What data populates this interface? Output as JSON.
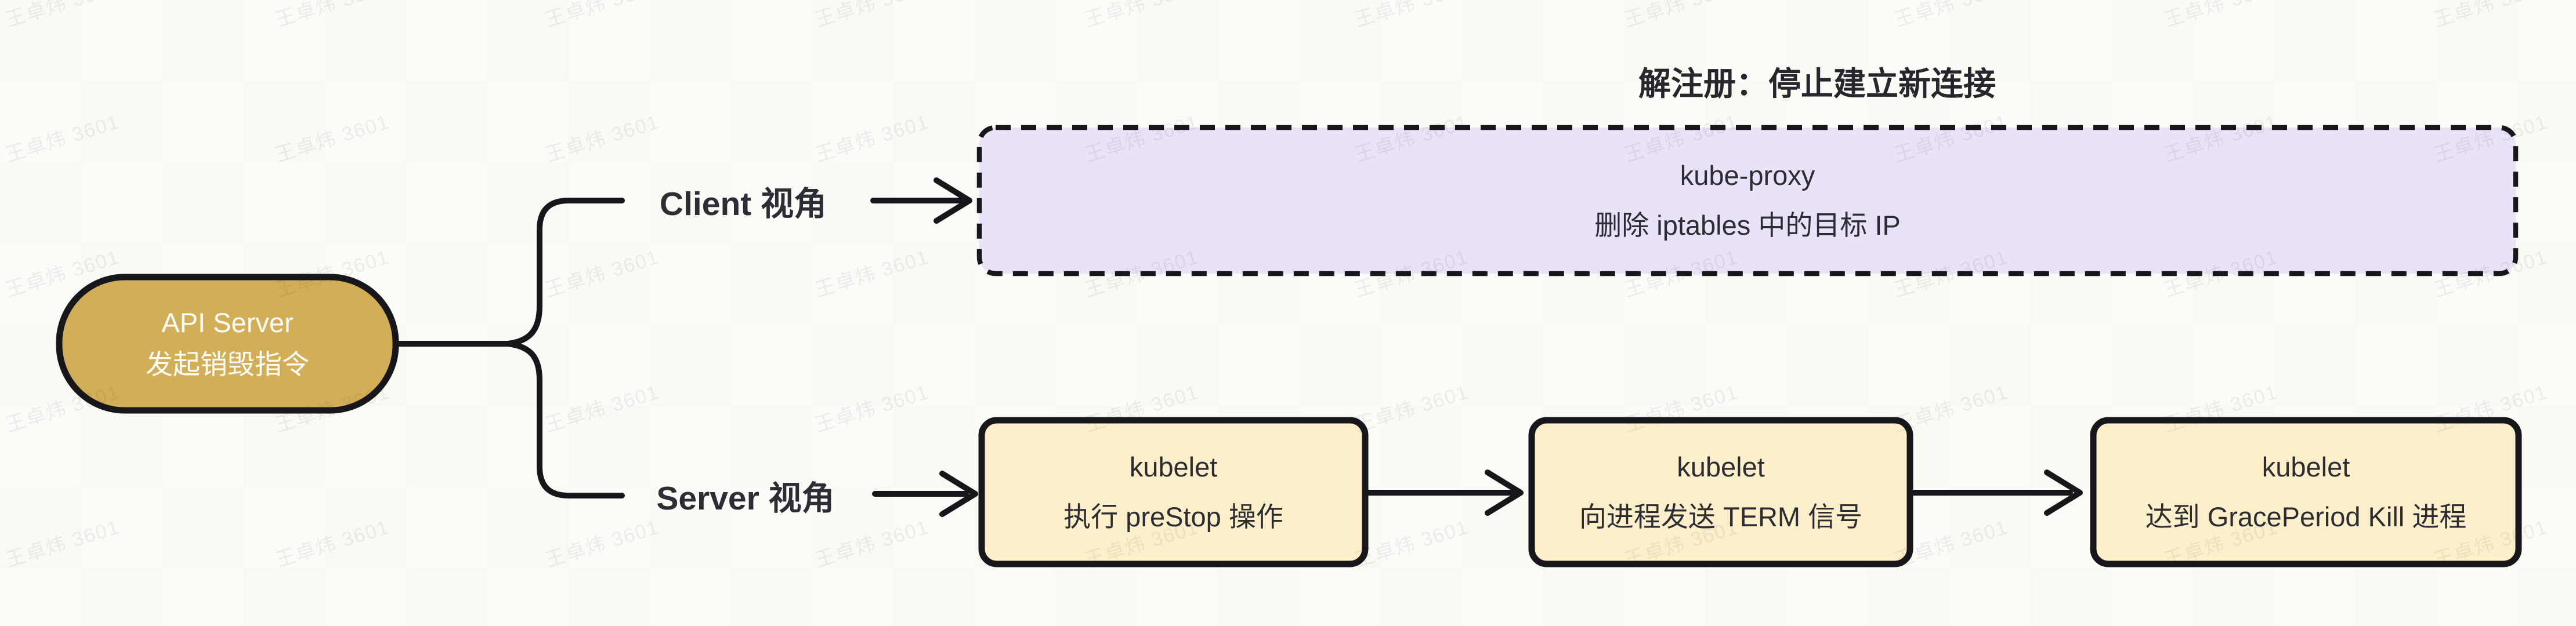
{
  "diagram": {
    "root": {
      "line1": "API Server",
      "line2": "发起销毁指令"
    },
    "client_branch": {
      "label": "Client 视角",
      "annotation": "解注册：停止建立新连接",
      "node": {
        "line1": "kube-proxy",
        "line2": "删除 iptables 中的目标 IP"
      }
    },
    "server_branch": {
      "label": "Server 视角",
      "nodes": [
        {
          "line1": "kubelet",
          "line2": "执行 preStop 操作"
        },
        {
          "line1": "kubelet",
          "line2": "向进程发送 TERM 信号"
        },
        {
          "line1": "kubelet",
          "line2": "达到 GracePeriod Kill 进程"
        }
      ]
    },
    "watermark_text": "王卓炜 3601",
    "colors": {
      "background": "#fbfaf6",
      "root_fill": "#d2ae57",
      "client_node_fill": "#e9e2f8",
      "server_node_fill": "#fcefc9",
      "line_stroke": "#17171b",
      "root_text": "#fdfcf8",
      "node_text": "#2c2c33",
      "label_text": "#2b2e35"
    }
  }
}
